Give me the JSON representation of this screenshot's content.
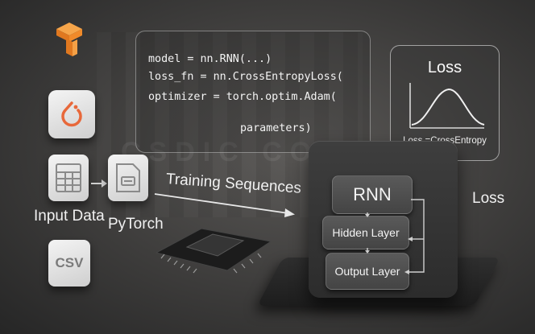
{
  "code": {
    "line1": "model = nn.RNN(...)",
    "line2": "loss_fn = nn.CrossEntropyLoss(",
    "line3": "optimizer = torch.optim.Adam(",
    "line4": "parameters)"
  },
  "loss_card": {
    "title": "Loss",
    "caption": "Loss =CrossEntropy"
  },
  "flow": {
    "input_label": "Input Data",
    "pytorch_label": "PyTorch",
    "arrow_label": "Training Sequences"
  },
  "rnn_block": {
    "rnn_label": "RNN",
    "hidden_label": "Hidden Layer",
    "output_label": "Output Layer"
  },
  "side_label": "Loss",
  "icons": {
    "csv_label": "CSV"
  },
  "watermark": "CSDIC CORP",
  "colors": {
    "tensorflow_orange": "#f08a2a",
    "pytorch_orange": "#e8683a",
    "tile_light": "#e6e6e6",
    "device_dark": "#333333"
  }
}
